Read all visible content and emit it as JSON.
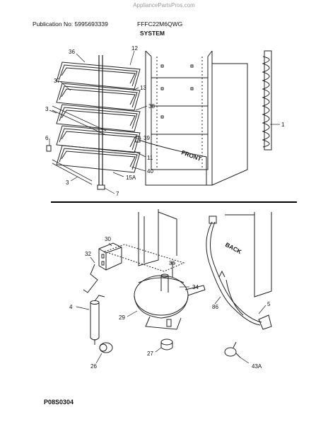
{
  "header": {
    "watermark": "AppliancePartsPros.com",
    "publication": "Publication No: 5995693339",
    "model": "FFFC22M6QWG",
    "section": "SYSTEM"
  },
  "diagram": {
    "side_labels": {
      "front": "FRONT",
      "back": "BACK"
    },
    "callouts": [
      "36",
      "12",
      "37",
      "13",
      "38",
      "3",
      "39",
      "6",
      "11",
      "40",
      "15A",
      "7",
      "1",
      "30",
      "32",
      "35",
      "34",
      "86",
      "5",
      "4",
      "29",
      "27",
      "26",
      "43A"
    ],
    "figure_code": "P08S0304"
  }
}
